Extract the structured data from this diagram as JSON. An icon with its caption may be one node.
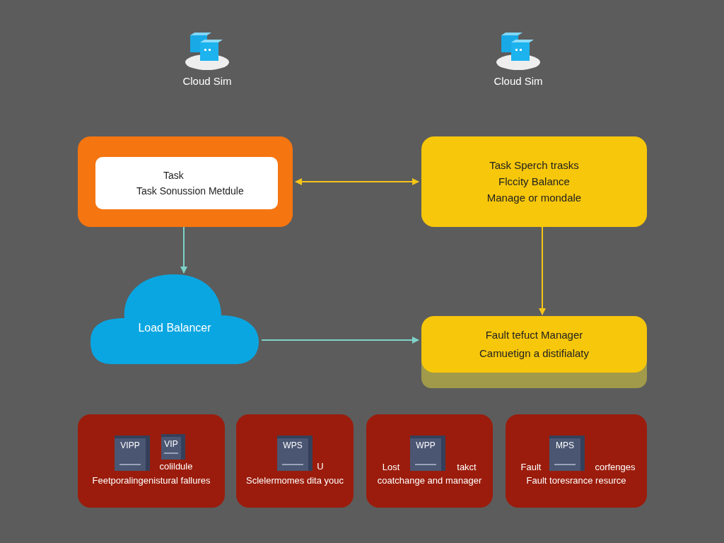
{
  "diagram": {
    "nodes": [
      {
        "text": [],
        "shape": "box"
      },
      {
        "text": [
          "Task",
          "Task Sonussion Metdule"
        ],
        "in": 0
      },
      {
        "text": [
          "Task Sperch trasks",
          "Flccity Balance",
          "Manage or mondale"
        ]
      },
      {
        "text": [
          "Load Balancer"
        ]
      },
      {
        "text": [
          "Fault tefuct Manager",
          "Camuetign a distifialaty"
        ]
      },
      {
        "text": [
          "colildule",
          "Feetporalingenistural fallures"
        ]
      },
      {
        "text": [
          "VIPP"
        ],
        "in": 5
      },
      {
        "text": [
          "VIP"
        ],
        "in": 5
      },
      {
        "text": [
          "U",
          "Sclelermomes dita youc"
        ]
      },
      {
        "text": [
          "WPS"
        ],
        "in": 8
      },
      {
        "text": [
          "Lost",
          "takct",
          "coatchange and manager"
        ]
      },
      {
        "text": [
          "WPP"
        ],
        "in": 10
      },
      {
        "text": [
          "Fault",
          "corfenges",
          "Fault toresrance resurce"
        ]
      },
      {
        "text": [
          "MPS"
        ],
        "in": 12
      }
    ],
    "edges": [
      {
        "from": 0,
        "to": 2,
        "arrow": "both",
        "color": "#f5c518"
      },
      {
        "from": 0,
        "to": 3,
        "arrow": "to",
        "color": "#7fd3c8"
      },
      {
        "from": 2,
        "to": 4,
        "arrow": "to",
        "color": "#f5c518"
      },
      {
        "from": 3,
        "to": 4,
        "arrow": "to",
        "color": "#7fd3c8"
      }
    ],
    "labels": [
      "Cloud Sim",
      "Cloud Sim"
    ]
  }
}
